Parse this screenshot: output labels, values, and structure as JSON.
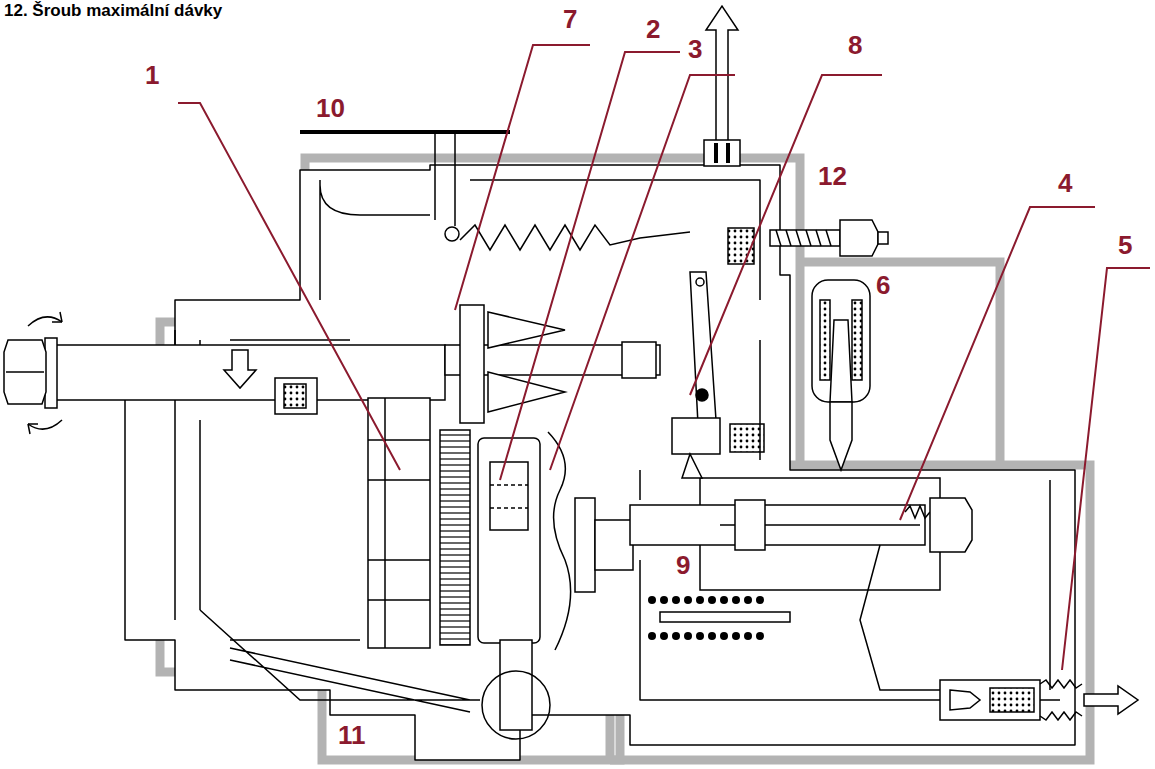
{
  "diagram": {
    "title": "12. Šroub maximální dávky",
    "labels": [
      "1",
      "2",
      "3",
      "4",
      "5",
      "6",
      "7",
      "8",
      "9",
      "10",
      "11",
      "12"
    ]
  }
}
